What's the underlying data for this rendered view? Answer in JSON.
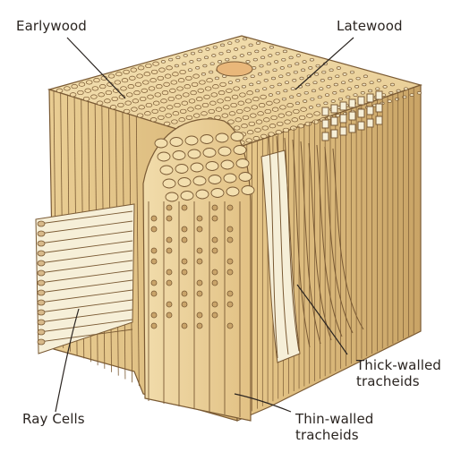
{
  "labels": {
    "earlywood": "Earlywood",
    "latewood": "Latewood",
    "thick_walled": [
      "Thick-walled",
      "tracheids"
    ],
    "ray_cells": "Ray Cells",
    "thin_walled": [
      "Thin-walled",
      "tracheids"
    ]
  },
  "colors": {
    "wood_light": "#f3dfae",
    "wood_mid": "#e4c48a",
    "wood_dark": "#b68f57",
    "cell_wall": "#7a5a34",
    "latewood_fibre": "#f6efd8",
    "leader": "#2a2420"
  }
}
